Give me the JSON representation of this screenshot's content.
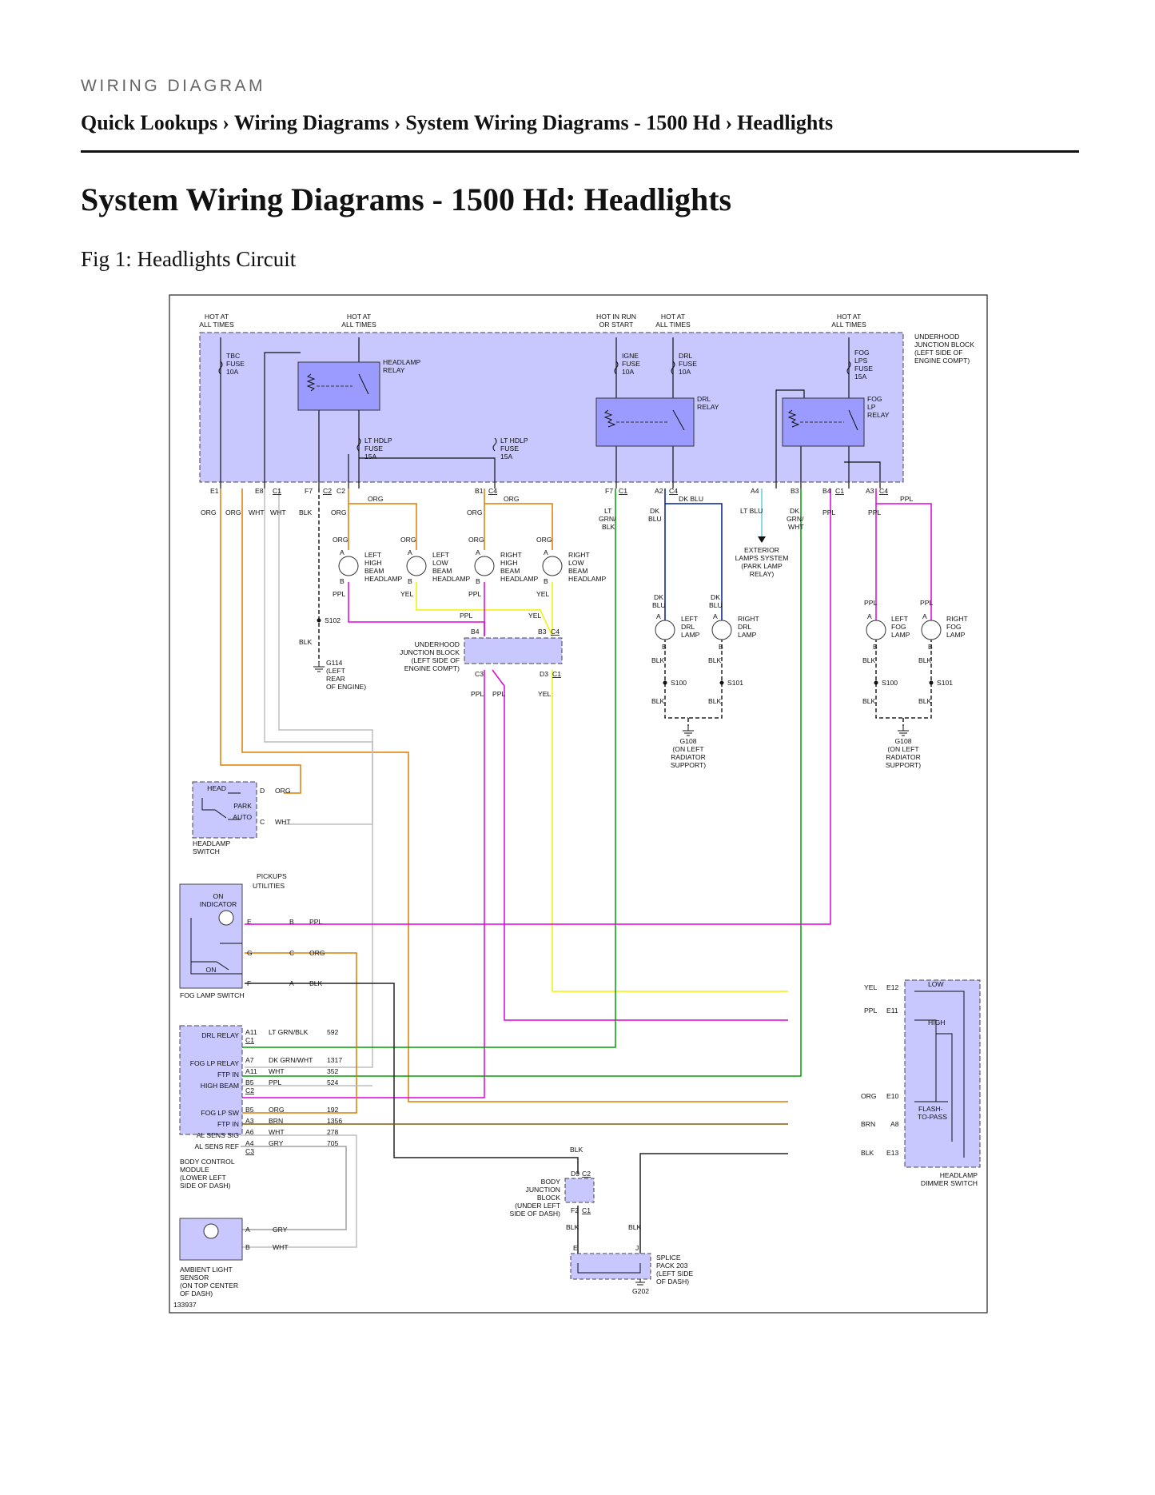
{
  "header": {
    "kicker": "WIRING DIAGRAM",
    "breadcrumbs": [
      "Quick Lookups",
      "Wiring Diagrams",
      "System Wiring Diagrams - 1500 Hd",
      "Headlights"
    ],
    "separator": "›"
  },
  "page_title": "System Wiring Diagrams - 1500 Hd: Headlights",
  "figure": {
    "caption": "Fig 1: Headlights Circuit",
    "id": "133937",
    "power_labels": [
      [
        "HOT AT",
        "ALL TIMES"
      ],
      [
        "HOT AT",
        "ALL TIMES"
      ],
      [
        "HOT IN RUN",
        "OR START"
      ],
      [
        "HOT AT",
        "ALL TIMES"
      ],
      [
        "HOT AT",
        "ALL TIMES"
      ]
    ],
    "ujb_label": [
      "UNDERHOOD",
      "JUNCTION BLOCK",
      "(LEFT SIDE OF",
      "ENGINE COMPT)"
    ],
    "fuses": [
      [
        "TBC",
        "FUSE",
        "10A"
      ],
      [
        "IGNE",
        "FUSE",
        "10A"
      ],
      [
        "DRL",
        "FUSE",
        "10A"
      ],
      [
        "FOG",
        "LPS",
        "FUSE",
        "15A"
      ],
      [
        "LT HDLP",
        "FUSE",
        "15A"
      ],
      [
        "LT HDLP",
        "FUSE",
        "15A"
      ]
    ],
    "relays": [
      [
        "HEADLAMP",
        "RELAY"
      ],
      [
        "DRL",
        "RELAY"
      ],
      [
        "FOG",
        "LP",
        "RELAY"
      ]
    ],
    "ujb_pins": [
      "E1",
      "E8",
      "C1",
      "F7",
      "C2",
      "C2",
      "B1",
      "C4",
      "F7",
      "C1",
      "A2",
      "C4",
      "A4",
      "B3",
      "B4",
      "C1",
      "A3",
      "C4"
    ],
    "wire_colors": {
      "ORG": "#e07b00",
      "WHT": "#bdbdbd",
      "BLK": "#222222",
      "PPL": "#e000e0",
      "YEL": "#f2f200",
      "GRN": "#00a000",
      "DKBLU": "#001e8c",
      "LTBLU": "#66ccdd",
      "BRN": "#8a5a00",
      "GRY": "#a0a0a0"
    },
    "top_wire_labels": [
      "ORG",
      "ORG",
      "WHT",
      "WHT",
      "BLK",
      "ORG",
      "ORG",
      "ORG",
      "ORG",
      "LT",
      "GRN/",
      "BLK",
      "DK",
      "BLU",
      "DK BLU",
      "LT BLU",
      "DK",
      "GRN/",
      "WHT",
      "PPL",
      "PPL",
      "PPL"
    ],
    "headlamps": [
      [
        "LEFT",
        "HIGH",
        "BEAM",
        "HEADLAMP"
      ],
      [
        "LEFT",
        "LOW",
        "BEAM",
        "HEADLAMP"
      ],
      [
        "RIGHT",
        "HIGH",
        "BEAM",
        "HEADLAMP"
      ],
      [
        "RIGHT",
        "LOW",
        "BEAM",
        "HEADLAMP"
      ]
    ],
    "lamp_pins": [
      "A",
      "B"
    ],
    "mid_labels": [
      "PPL",
      "YEL",
      "PPL",
      "YEL",
      "PPL",
      "YEL",
      "B4",
      "B3",
      "C4",
      "C3",
      "D3",
      "C1",
      "PPL",
      "PPL",
      "YEL"
    ],
    "ujb2_label": [
      "UNDERHOOD",
      "JUNCTION BLOCK",
      "(LEFT SIDE OF",
      "ENGINE COMPT)"
    ],
    "ground_left": {
      "splice": "S102",
      "wire": "BLK",
      "ground": [
        "G114",
        "(LEFT",
        "REAR",
        "OF ENGINE)"
      ]
    },
    "exterior": [
      "EXTERIOR",
      "LAMPS SYSTEM",
      "(PARK LAMP",
      "RELAY)"
    ],
    "drl_lamps": [
      [
        "LEFT",
        "DRL",
        "LAMP"
      ],
      [
        "RIGHT",
        "DRL",
        "LAMP"
      ]
    ],
    "fog_lamps": [
      [
        "LEFT",
        "FOG",
        "LAMP"
      ],
      [
        "RIGHT",
        "FOG",
        "LAMP"
      ]
    ],
    "lamp_wire_labels": [
      "DK",
      "BLU",
      "DK",
      "BLU",
      "BLK",
      "BLK",
      "BLK",
      "BLK",
      "PPL",
      "PPL",
      "BLK",
      "BLK",
      "BLK",
      "BLK"
    ],
    "splices": [
      "S100",
      "S101",
      "S100",
      "S101"
    ],
    "radiator_grounds": [
      [
        "G108",
        "(ON LEFT",
        "RADIATOR",
        "SUPPORT)"
      ],
      [
        "G108",
        "(ON LEFT",
        "RADIATOR",
        "SUPPORT)"
      ]
    ],
    "headlamp_switch": {
      "label": [
        "HEADLAMP",
        "SWITCH"
      ],
      "positions": [
        "HEAD",
        "PARK",
        "AUTO"
      ],
      "pins": [
        "D",
        "ORG",
        "C",
        "WHT"
      ]
    },
    "fog_switch": {
      "label": "FOG LAMP SWITCH",
      "note": [
        "PICKUPS",
        "UTILITIES"
      ],
      "indicator": [
        "ON",
        "INDICATOR"
      ],
      "on": "ON",
      "pins": [
        [
          "E",
          "B",
          "PPL"
        ],
        [
          "G",
          "C",
          "ORG"
        ],
        [
          "F",
          "A",
          "BLK"
        ]
      ]
    },
    "bcm": {
      "label": [
        "BODY CONTROL",
        "MODULE",
        "(LOWER LEFT",
        "SIDE OF DASH)"
      ],
      "rows": [
        [
          "DRL RELAY",
          "A11",
          "LT GRN/BLK",
          "592"
        ],
        [
          "FOG LP RELAY",
          "A7",
          "DK GRN/WHT",
          "1317"
        ],
        [
          "FTP IN",
          "A11",
          "WHT",
          "352"
        ],
        [
          "HIGH BEAM",
          "B5",
          "PPL",
          "524"
        ],
        [
          "FOG LP SW",
          "B5",
          "ORG",
          "192"
        ],
        [
          "FTP IN",
          "A3",
          "BRN",
          "1356"
        ],
        [
          "AL SENS SIG",
          "A6",
          "WHT",
          "278"
        ],
        [
          "AL SENS REF",
          "A4",
          "GRY",
          "705"
        ]
      ],
      "connectors": [
        "C1",
        "C2",
        "C3"
      ]
    },
    "ambient": {
      "label": [
        "AMBIENT LIGHT",
        "SENSOR",
        "(ON TOP CENTER",
        "OF DASH)"
      ],
      "pins": [
        [
          "A",
          "GRY"
        ],
        [
          "B",
          "WHT"
        ]
      ]
    },
    "bjb": {
      "label": [
        "BODY",
        "JUNCTION",
        "BLOCK",
        "(UNDER LEFT",
        "SIDE OF DASH)"
      ],
      "pins": [
        "D9",
        "C2",
        "F2",
        "C1"
      ],
      "wires": [
        "BLK",
        "BLK",
        "BLK"
      ]
    },
    "splice_pack": {
      "label": [
        "SPLICE",
        "PACK 203",
        "(LEFT SIDE",
        "OF DASH)"
      ],
      "pins": [
        "E",
        "J"
      ],
      "ground": "G202"
    },
    "dimmer": {
      "label": [
        "HEADLAMP",
        "DIMMER SWITCH"
      ],
      "positions": [
        "LOW",
        "HIGH",
        "FLASH-",
        "TO-PASS"
      ],
      "pins": [
        [
          "YEL",
          "E12"
        ],
        [
          "PPL",
          "E11"
        ],
        [
          "ORG",
          "E10"
        ],
        [
          "BRN",
          "A8"
        ],
        [
          "BLK",
          "E13"
        ]
      ]
    }
  }
}
